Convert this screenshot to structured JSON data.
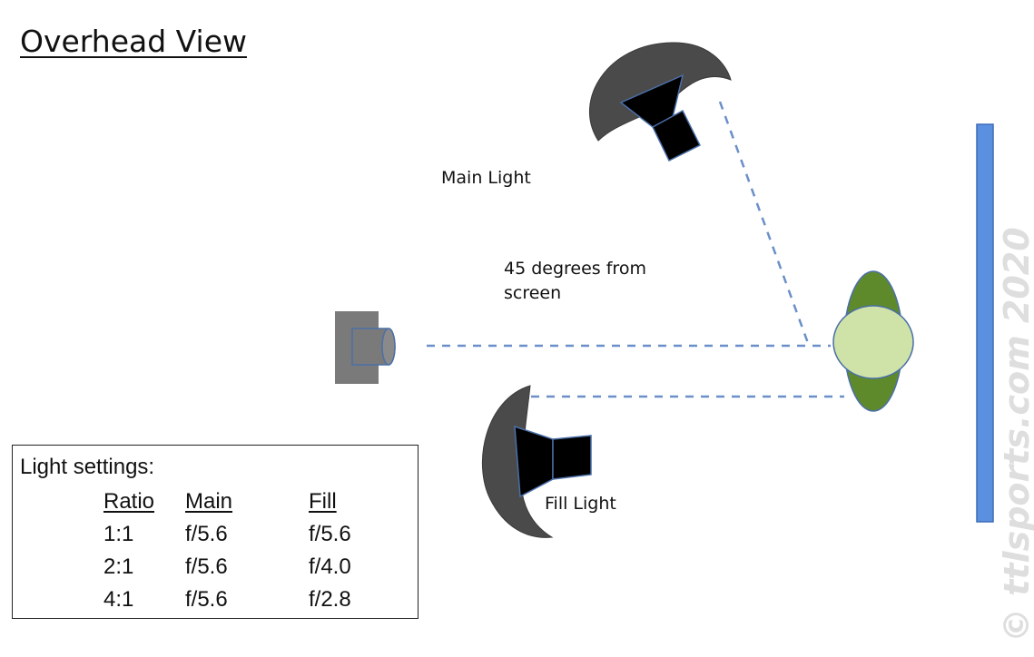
{
  "title": "Overhead View",
  "labels": {
    "main_light": "Main Light",
    "angle_line1": "45 degrees from",
    "angle_line2": "screen",
    "fill_light": "Fill Light"
  },
  "settings": {
    "heading": "Light settings:",
    "columns": [
      "Ratio",
      "Main",
      "Fill"
    ],
    "rows": [
      [
        "1:1",
        "f/5.6",
        "f/5.6"
      ],
      [
        "2:1",
        "f/5.6",
        "f/4.0"
      ],
      [
        "4:1",
        "f/5.6",
        "f/2.8"
      ]
    ]
  },
  "watermark": "© ttlsports.com 2020",
  "colors": {
    "screen": "#5b8fe0",
    "subject_outer": "#5e8a2c",
    "subject_inner": "#cfe3a8",
    "camera": "#7a7a7a",
    "reflector": "#4a4a4a",
    "dashed_line": "#6b8fc9"
  }
}
